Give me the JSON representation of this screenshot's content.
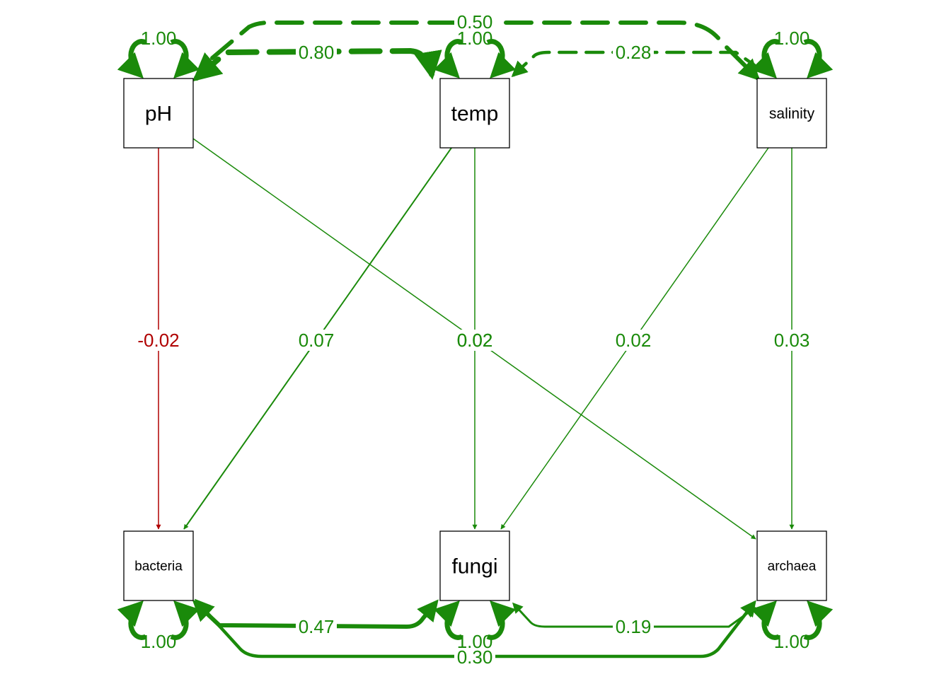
{
  "colors": {
    "positive": "#1a8a0a",
    "negative": "#b00000",
    "node_border": "#000000"
  },
  "nodes": {
    "ph": {
      "label": "pH"
    },
    "temp": {
      "label": "temp"
    },
    "salinity": {
      "label": "salinity"
    },
    "bacteria": {
      "label": "bacteria"
    },
    "fungi": {
      "label": "fungi"
    },
    "archaea": {
      "label": "archaea"
    }
  },
  "regressions": [
    {
      "from": "ph",
      "to": "bacteria",
      "label": "-0.02",
      "sign": "negative"
    },
    {
      "from": "temp",
      "to": "bacteria",
      "label": "0.07",
      "sign": "positive"
    },
    {
      "from": "temp",
      "to": "fungi",
      "label": "0.02",
      "sign": "positive"
    },
    {
      "from": "ph",
      "to": "archaea",
      "label": "0.02",
      "sign": "positive"
    },
    {
      "from": "salinity",
      "to": "fungi",
      "label": "0.02",
      "sign": "positive"
    },
    {
      "from": "salinity",
      "to": "archaea",
      "label": "0.03",
      "sign": "positive"
    }
  ],
  "covariances": [
    {
      "between": [
        "ph",
        "temp"
      ],
      "label": "0.80",
      "type": "exogenous",
      "style": "dashed"
    },
    {
      "between": [
        "ph",
        "salinity"
      ],
      "label": "0.50",
      "type": "exogenous",
      "style": "dashed"
    },
    {
      "between": [
        "temp",
        "salinity"
      ],
      "label": "0.28",
      "type": "exogenous",
      "style": "dashed"
    },
    {
      "between": [
        "bacteria",
        "fungi"
      ],
      "label": "0.47",
      "type": "residual",
      "style": "solid"
    },
    {
      "between": [
        "bacteria",
        "archaea"
      ],
      "label": "0.30",
      "type": "residual",
      "style": "solid"
    },
    {
      "between": [
        "fungi",
        "archaea"
      ],
      "label": "0.19",
      "type": "residual",
      "style": "solid"
    }
  ],
  "variances": [
    {
      "node": "ph",
      "label": "1.00"
    },
    {
      "node": "temp",
      "label": "1.00"
    },
    {
      "node": "salinity",
      "label": "1.00"
    },
    {
      "node": "bacteria",
      "label": "1.00"
    },
    {
      "node": "fungi",
      "label": "1.00"
    },
    {
      "node": "archaea",
      "label": "1.00"
    }
  ]
}
